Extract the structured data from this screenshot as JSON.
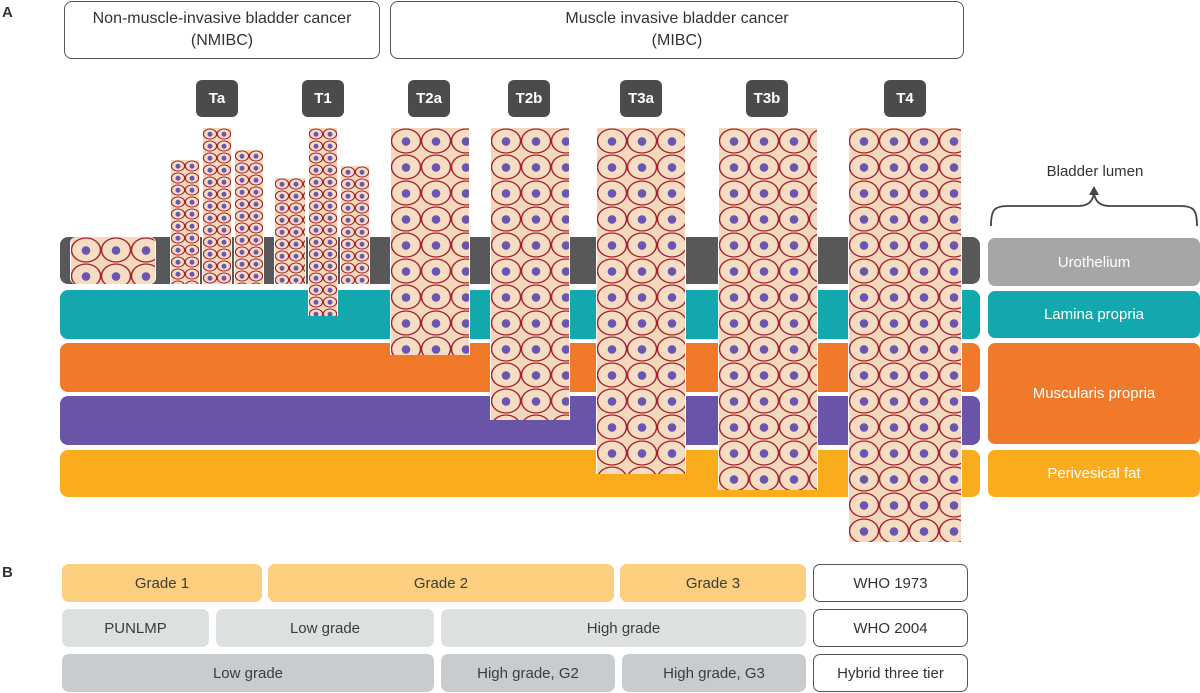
{
  "panels": {
    "a": "A",
    "b": "B"
  },
  "groups": {
    "nmibc_line1": "Non-muscle-invasive bladder cancer",
    "nmibc_line2": "(NMIBC)",
    "mibc_line1": "Muscle invasive bladder cancer",
    "mibc_line2": "(MIBC)"
  },
  "stages": [
    "Ta",
    "T1",
    "T2a",
    "T2b",
    "T3a",
    "T3b",
    "T4"
  ],
  "lumen_label": "Bladder lumen",
  "layers": {
    "urothelium": "Urothelium",
    "lamina_propria": "Lamina propria",
    "muscularis_propria": "Muscularis propria",
    "perivesical_fat": "Perivesical fat"
  },
  "colors": {
    "urothelium": "#58585a",
    "urothelium_label": "#a4a6a8",
    "lamina_propria": "#12a8ae",
    "muscularis_propria": "#f07a2a",
    "muscularis_band": "#6a54a8",
    "perivesical_fat": "#fbac1c",
    "grade_orange": "#fccf7e",
    "grade_light": "#dde0e1",
    "grade_mid": "#c9cccf"
  },
  "grading": {
    "who1973": {
      "system": "WHO 1973",
      "cells": [
        "Grade 1",
        "Grade 2",
        "Grade 3"
      ]
    },
    "who2004": {
      "system": "WHO 2004",
      "cells": [
        "PUNLMP",
        "Low grade",
        "High grade"
      ]
    },
    "hybrid": {
      "system": "Hybrid three tier",
      "cells": [
        "Low grade",
        "High grade, G2",
        "High grade, G3"
      ]
    }
  }
}
